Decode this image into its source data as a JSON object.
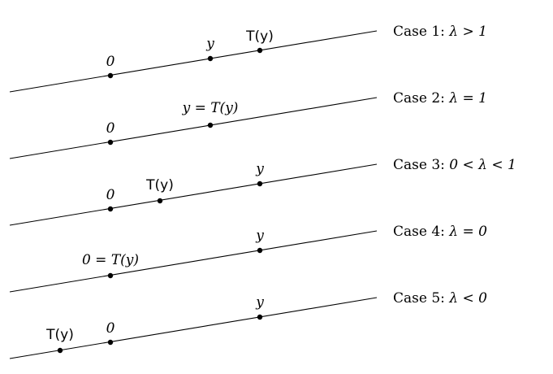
{
  "cases": [
    {
      "label": "Case 1:",
      "condition": "λ > 1",
      "points": [
        {
          "role": "zero",
          "mark": "0"
        },
        {
          "role": "y",
          "mark": "y"
        },
        {
          "role": "Ty",
          "mark": "T(y)"
        }
      ]
    },
    {
      "label": "Case 2:",
      "condition": "λ = 1",
      "points": [
        {
          "role": "zero",
          "mark": "0"
        },
        {
          "role": "y-equals-Ty",
          "mark": "y = T(y)"
        }
      ]
    },
    {
      "label": "Case 3:",
      "condition": "0 < λ < 1",
      "points": [
        {
          "role": "zero",
          "mark": "0"
        },
        {
          "role": "Ty",
          "mark": "T(y)"
        },
        {
          "role": "y",
          "mark": "y"
        }
      ]
    },
    {
      "label": "Case 4:",
      "condition": "λ = 0",
      "points": [
        {
          "role": "zero-equals-Ty",
          "mark": "0 = T(y)"
        },
        {
          "role": "y",
          "mark": "y"
        }
      ]
    },
    {
      "label": "Case 5:",
      "condition": "λ < 0",
      "points": [
        {
          "role": "Ty",
          "mark": "T(y)"
        },
        {
          "role": "zero",
          "mark": "0"
        },
        {
          "role": "y",
          "mark": "y"
        }
      ]
    }
  ]
}
